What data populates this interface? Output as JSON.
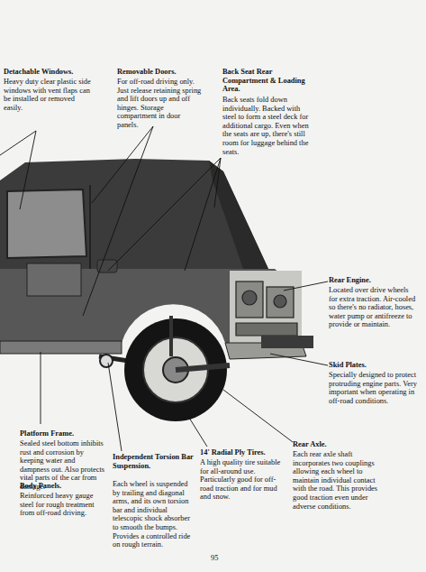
{
  "diagram": {
    "labels": [
      "Detachable Windows.",
      "Heavy duty clear plastic side windows with vent flaps can be installed or removed easily.",
      "Removable Doors.",
      "For off-road driving only. Just release retaining spring and lift doors up and off hinges. Storage compartment in door panels.",
      "Back Seat Rear Compartment & Loading Area.",
      "Back seats fold down individually. Backed with steel to form a steel deck for additional cargo. Even when the seats are up, there's still room for luggage behind the seats.",
      "Rear Engine.",
      "Located over drive wheels for extra traction. Air-cooled so there's no radiator, hoses, water pump or antifreeze to provide or maintain.",
      "Skid Plates.",
      "Specially designed to protect protruding engine parts. Very important when operating in off-road conditions.",
      "Platform Frame.",
      "Sealed steel bottom inhibits rust and corrosion by keeping water and dampness out. Also protects vital parts of the car from damage.",
      "Body Panels.",
      "Reinforced heavy gauge steel for rough treatment from off-road driving.",
      "Independent Torsion Bar Suspension.",
      "Each wheel is suspended by trailing and diagonal arms, and its own torsion bar and individual telescopic shock absorber to smooth the bumps. Provides a controlled ride on rough terrain.",
      "14' Radial Ply Tires.",
      "A high quality tire suitable for all-around use. Particularly good for off-road traction and for mud and snow.",
      "Rear Axle.",
      "Each rear axle shaft incorporates two couplings allowing each wheel to maintain individual contact with the road. This provides good traction even under adverse conditions.",
      "95"
    ]
  }
}
